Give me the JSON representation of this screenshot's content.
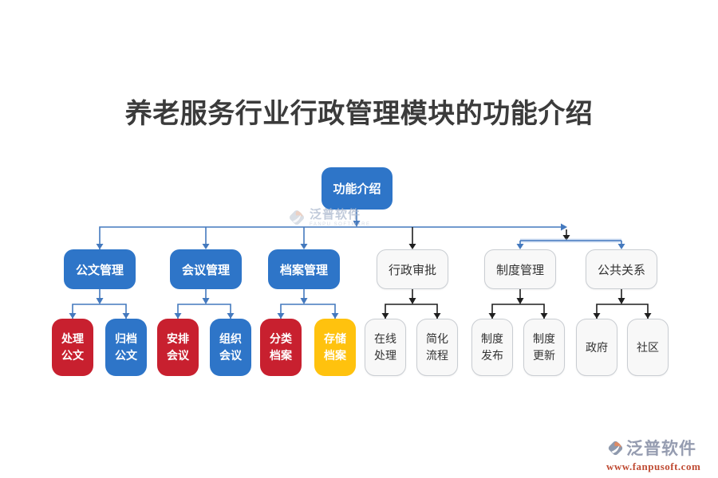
{
  "title": "养老服务行业行政管理模块的功能介绍",
  "root": {
    "label": "功能介绍"
  },
  "branches": [
    {
      "label": "公文管理",
      "connector": "blue",
      "children": [
        {
          "label": "处理\n公文",
          "style": "red"
        },
        {
          "label": "归档\n公文",
          "style": "blue"
        }
      ]
    },
    {
      "label": "会议管理",
      "connector": "blue",
      "children": [
        {
          "label": "安排\n会议",
          "style": "red"
        },
        {
          "label": "组织\n会议",
          "style": "blue"
        }
      ]
    },
    {
      "label": "档案管理",
      "connector": "blue",
      "children": [
        {
          "label": "分类\n档案",
          "style": "red"
        },
        {
          "label": "存储\n档案",
          "style": "yellow"
        }
      ]
    },
    {
      "label": "行政审批",
      "connector": "black",
      "children": [
        {
          "label": "在线\n处理",
          "style": "light"
        },
        {
          "label": "简化\n流程",
          "style": "light"
        }
      ]
    },
    {
      "label": "制度管理",
      "connector": "black",
      "children": [
        {
          "label": "制度\n发布",
          "style": "light"
        },
        {
          "label": "制度\n更新",
          "style": "light"
        }
      ]
    },
    {
      "label": "公共关系",
      "connector": "black",
      "children": [
        {
          "label": "政府",
          "style": "light"
        },
        {
          "label": "社区",
          "style": "light"
        }
      ]
    }
  ],
  "watermark": {
    "brand": "泛普软件",
    "brand_sub": "FANPU SOFTWARE"
  },
  "footer": {
    "brand": "泛普软件",
    "url": "www.fanpusoft.com"
  },
  "colors": {
    "node_blue": "#2E75C8",
    "node_red": "#C8202F",
    "node_yellow": "#FFC20E",
    "node_light_bg": "#F8F8F8",
    "node_light_border": "#C9CDD2",
    "connector_blue": "#4479BE",
    "connector_black": "#1F1F1F",
    "title_text": "#3B3B3B",
    "footer_url_red": "#BF4B33"
  }
}
